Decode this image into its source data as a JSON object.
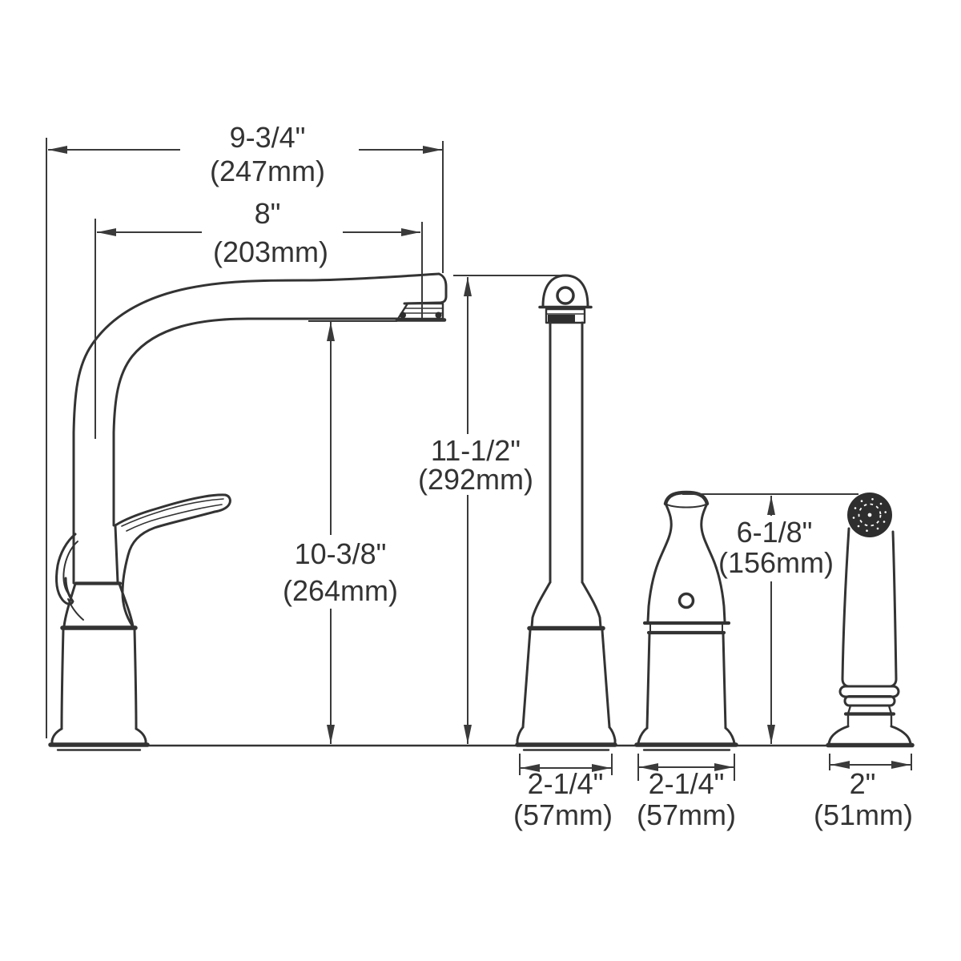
{
  "diagram": {
    "background": "#ffffff",
    "line_color": "#333333",
    "dark_fill": "#2e2e2e"
  },
  "dimensions": {
    "overall_reach": {
      "in": "9-3/4\"",
      "mm": "(247mm)"
    },
    "spout_reach": {
      "in": "8\"",
      "mm": "(203mm)"
    },
    "overall_height": {
      "in": "11-1/2\"",
      "mm": "(292mm)"
    },
    "outlet_height": {
      "in": "10-3/8\"",
      "mm": "(264mm)"
    },
    "handle_height": {
      "in": "6-1/8\"",
      "mm": "(156mm)"
    },
    "faucet_base_width": {
      "in": "2-1/4\"",
      "mm": "(57mm)"
    },
    "handle_base_width": {
      "in": "2-1/4\"",
      "mm": "(57mm)"
    },
    "spray_base_width": {
      "in": "2\"",
      "mm": "(51mm)"
    }
  }
}
